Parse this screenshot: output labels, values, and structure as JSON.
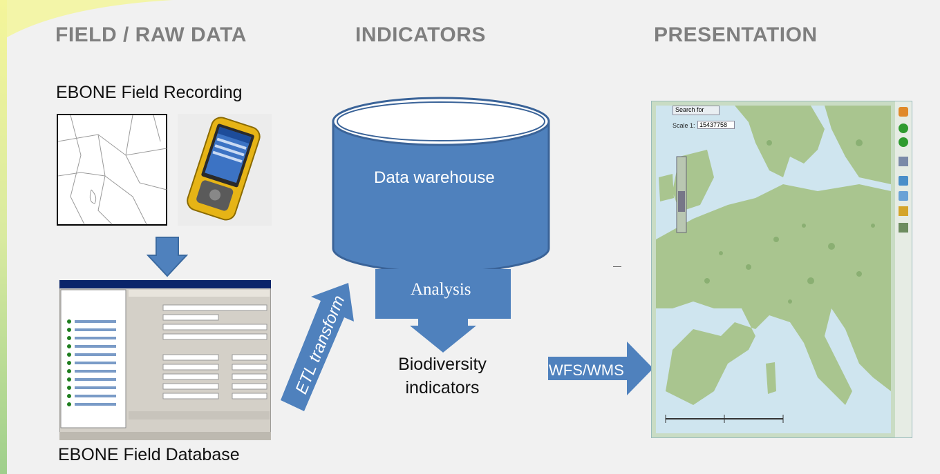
{
  "headers": {
    "field": "FIELD / RAW DATA",
    "indicators": "INDICATORS",
    "presentation": "PRESENTATION"
  },
  "labels": {
    "field_recording": "EBONE Field Recording",
    "field_database": "EBONE Field Database",
    "data_warehouse": "Data warehouse",
    "analysis": "Analysis",
    "biodiversity_1": "Biodiversity",
    "biodiversity_2": "indicators",
    "etl": "ETL transform",
    "wfs": "WFS/WMS"
  },
  "map_ui": {
    "search": "Search for",
    "scale_label": "Scale 1:",
    "scale_value": "15437758"
  },
  "colors": {
    "accent_blue": "#4f81bd",
    "header_gray": "#7f7f7f",
    "map_sea": "#cfe5ef",
    "map_land": "#a9c58f"
  },
  "icons": [
    "home-icon",
    "zoom-in-icon",
    "zoom-out-icon",
    "layers-icon",
    "pan-icon",
    "identify-icon",
    "measure-icon",
    "print-icon"
  ]
}
